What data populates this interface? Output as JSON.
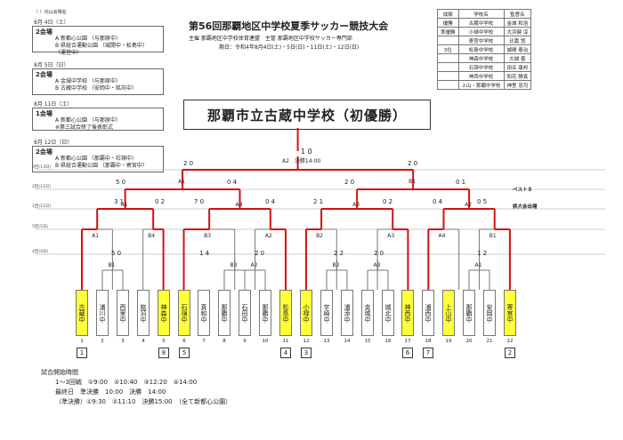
{
  "legend_note": "（ ）内は会場名",
  "schedule": [
    {
      "date": "8月 4日（土）",
      "venue": "2会場",
      "lines": [
        "A 新都心公園 （与那原中）",
        "B 県総合運動公園 （城間中・松島中）",
        "（運営中）"
      ]
    },
    {
      "date": "8月 5日（日）",
      "venue": "2会場",
      "lines": [
        "A 金城中学校 （与那原中）",
        "B 古蔵中学校 （安岡中・銘苅中）"
      ]
    },
    {
      "date": "8月 11日（土）",
      "venue": "1会場",
      "lines": [
        "A 新都心公園 （与那原中）",
        "※第三試合終了後表彰式"
      ]
    },
    {
      "date": "8月 12日（日）",
      "venue": "2会場",
      "lines": [
        "A 新都心公園 （那覇中・石嶺中）",
        "B 県総合運動公園 （那覇中・寄宮中）"
      ]
    }
  ],
  "header": {
    "title": "第56回那覇地区中学校夏季サッカー競技大会",
    "organizer": "主催 那覇地区中学校体育連盟　主管 那覇地区中学校サッカー専門部",
    "period": "期日：令和4年8月4日(土)・5日(日)・11日(土)・12日(日)"
  },
  "results": {
    "headers": [
      "成績",
      "学校名",
      "監督名"
    ],
    "rows": [
      [
        "優勝",
        "古蔵中学校",
        "金城 和浩"
      ],
      [
        "準優勝",
        "小禄中学校",
        "大浜健 淳"
      ],
      [
        "",
        "寄宮中学校",
        "比嘉 悠"
      ],
      [
        "3位",
        "松島中学校",
        "城間 泰治"
      ],
      [
        "",
        "神森中学校",
        "大城 善"
      ],
      [
        "",
        "石嶺中学校",
        "田名 康邦"
      ],
      [
        "",
        "神西中学校",
        "知花 静真"
      ],
      [
        "",
        "上山・那覇中学校",
        "神里 忠司"
      ]
    ],
    "best8_label": "ベスト8"
  },
  "champion": "那覇市立古蔵中学校（初優勝）",
  "labels": {
    "final": "A2　決勝14:00",
    "best8": "ベスト８",
    "kenban": "県大会出場",
    "finalscore": "1 0"
  },
  "rows_labels": [
    "3回(13日)",
    "2回(12日)",
    "1回(11日)",
    "5回(5日)",
    "4回(4日)"
  ],
  "teams": [
    {
      "n": "1",
      "name": "古蔵中",
      "yl": true
    },
    {
      "n": "2",
      "name": "浦川中",
      "yl": false
    },
    {
      "n": "3",
      "name": "西里中",
      "yl": false
    },
    {
      "n": "4",
      "name": "銘苅中",
      "yl": false
    },
    {
      "n": "5",
      "name": "神森中",
      "yl": true
    },
    {
      "n": "6",
      "name": "石嶺中",
      "yl": true
    },
    {
      "n": "7",
      "name": "真和中",
      "yl": false
    },
    {
      "n": "8",
      "name": "那覇中",
      "yl": false
    },
    {
      "n": "9",
      "name": "石田中",
      "yl": false
    },
    {
      "n": "10",
      "name": "那覇中",
      "yl": false
    },
    {
      "n": "11",
      "name": "松島中",
      "yl": true
    },
    {
      "n": "12",
      "name": "小禄中",
      "yl": true
    },
    {
      "n": "13",
      "name": "宇崎中",
      "yl": false
    },
    {
      "n": "14",
      "name": "浦添中",
      "yl": false
    },
    {
      "n": "15",
      "name": "金城中",
      "yl": false
    },
    {
      "n": "16",
      "name": "城北中",
      "yl": false
    },
    {
      "n": "17",
      "name": "神西中",
      "yl": true
    },
    {
      "n": "18",
      "name": "浦西中",
      "yl": false
    },
    {
      "n": "19",
      "name": "上山中",
      "yl": true
    },
    {
      "n": "20",
      "name": "那覇中",
      "yl": false
    },
    {
      "n": "21",
      "name": "安岡中",
      "yl": false
    },
    {
      "n": "22",
      "name": "寄宮中",
      "yl": true
    }
  ],
  "seeds": [
    "1",
    "8",
    "5",
    "4",
    "3",
    "6",
    "7",
    "2"
  ],
  "footer": {
    "title": "試合開始時間",
    "l1": "1～3回戦　①9:00　②10:40　③12:20　④14:00",
    "l2": "最終日　準決勝　10:00　決勝　14:00",
    "l3": "（準決勝）①9:30　②11:10　決勝15:00　（全て新都心公園）"
  }
}
